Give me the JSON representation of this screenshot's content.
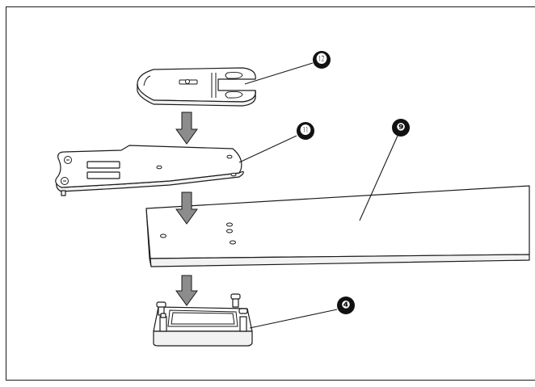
{
  "callouts": {
    "guide_plate": "⓬",
    "mounting_plate": "⓫",
    "board": "❾",
    "base_block": "❹"
  },
  "colors": {
    "arrow_fill": "#8c8c8c",
    "line": "#1a1a1a",
    "badge": "#111111"
  }
}
